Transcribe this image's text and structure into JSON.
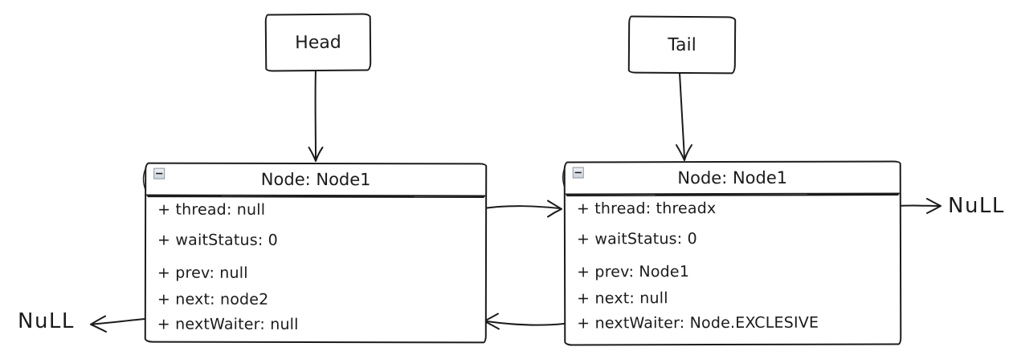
{
  "canvas": {
    "background": "#ffffff",
    "ink_color": "#1b1b1b"
  },
  "pointers": [
    {
      "label": "Head"
    },
    {
      "label": "Tail"
    }
  ],
  "nodes": [
    {
      "title": "Node: Node1",
      "attributes": [
        "+ thread: null",
        "+ waitStatus: 0",
        "+ prev: null",
        "+ next: node2",
        "+ nextWaiter: null"
      ]
    },
    {
      "title": "Node: Node1",
      "attributes": [
        "+ thread: threadx",
        "+ waitStatus: 0",
        "+ prev: Node1",
        "+ next: null",
        "+ nextWaiter: Node.EXCLESIVE"
      ]
    }
  ],
  "labels": {
    "null_left": "NuLL",
    "null_right": "NuLL"
  },
  "icons": {
    "collapse_glyph": "−"
  },
  "connectors": [
    {
      "name": "head-arrow",
      "from": "Head",
      "to": "left-node-top"
    },
    {
      "name": "tail-arrow",
      "from": "Tail",
      "to": "right-node-top"
    },
    {
      "name": "next-arrow",
      "from": "left-node",
      "to": "right-node"
    },
    {
      "name": "prev-arrow",
      "from": "right-node",
      "to": "left-node"
    },
    {
      "name": "null-left-arrow",
      "from": "left-node",
      "to": "NuLL"
    },
    {
      "name": "null-right-arrow",
      "from": "right-node",
      "to": "NuLL"
    }
  ]
}
